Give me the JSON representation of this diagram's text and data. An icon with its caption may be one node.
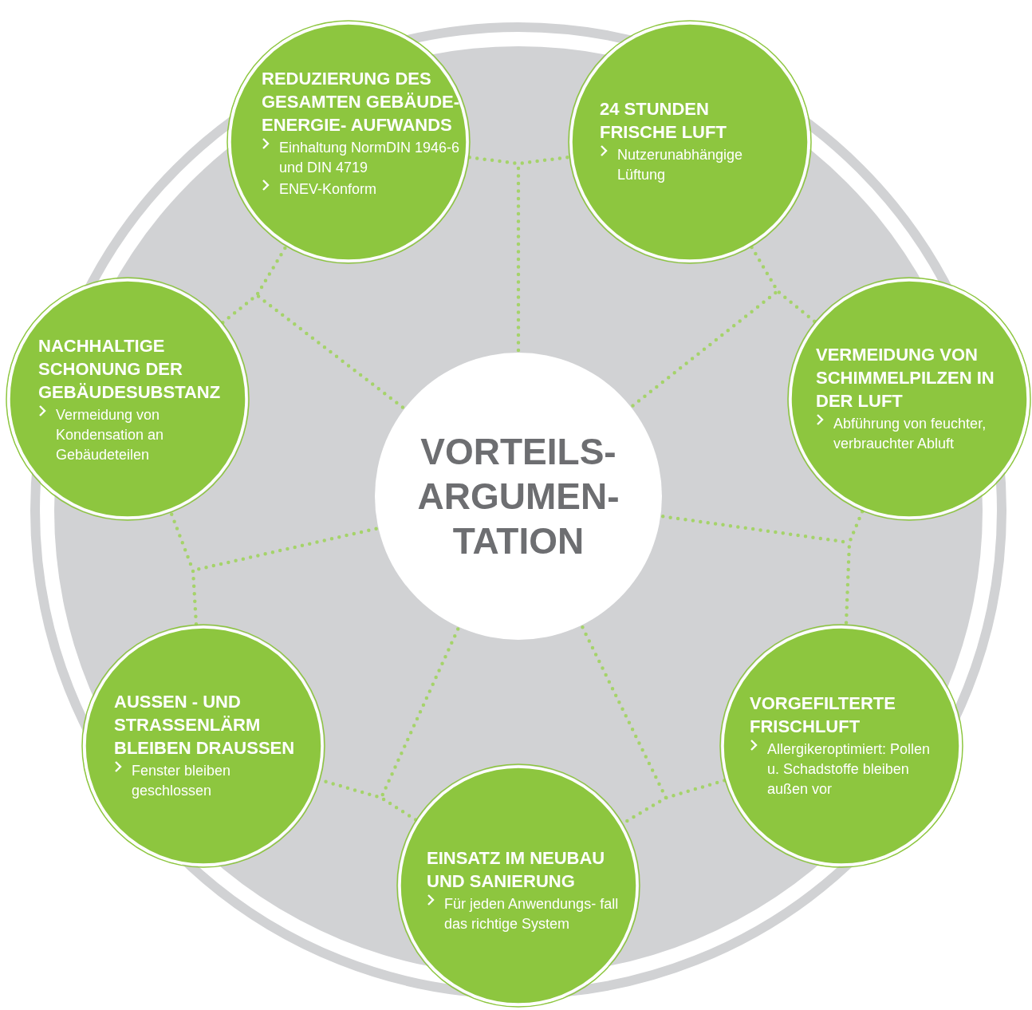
{
  "diagram": {
    "nodes": [
      {
        "text": [
          "VORTEILS- ARGUMEN- TATION"
        ]
      },
      {
        "text": [
          "REDUZIERUNG DES GESAMTEN GEBÄUDE-ENERGIE- AUFWANDS",
          "Einhaltung NormDIN 1946-6 und DIN 4719",
          "ENEV-Konform"
        ]
      },
      {
        "text": [
          "24 STUNDEN FRISCHE LUFT",
          "Nutzerunabhängige Lüftung"
        ]
      },
      {
        "text": [
          "VERMEIDUNG VON SCHIMMELPILZEN IN DER LUFT",
          "Abführung von feuchter, verbrauchter Abluft"
        ]
      },
      {
        "text": [
          "VORGEFILTERTE FRISCHLUFT",
          "Allergikeroptimiert: Pollen u. Schadstoffe bleiben außen vor"
        ]
      },
      {
        "text": [
          "EINSATZ IM NEUBAU UND SANIERUNG",
          "Für jeden Anwendungs- fall das richtige System"
        ]
      },
      {
        "text": [
          "AUSSEN - UND STRASSENLÄRM BLEIBEN DRAUSSEN",
          "Fenster bleiben geschlossen"
        ]
      },
      {
        "text": [
          "NACHHALTIGE SCHONUNG DER GEBÄUDESUBSTANZ",
          "Vermeidung von Kondensation an Gebäudeteilen"
        ]
      }
    ],
    "edges": [
      {
        "from": 1,
        "to": 2,
        "arrow": "none",
        "style": "dashed"
      },
      {
        "from": 2,
        "to": 3,
        "arrow": "none",
        "style": "dashed"
      },
      {
        "from": 3,
        "to": 4,
        "arrow": "none",
        "style": "dashed"
      },
      {
        "from": 4,
        "to": 5,
        "arrow": "none",
        "style": "dashed"
      },
      {
        "from": 5,
        "to": 6,
        "arrow": "none",
        "style": "dashed"
      },
      {
        "from": 6,
        "to": 7,
        "arrow": "none",
        "style": "dashed"
      },
      {
        "from": 7,
        "to": 1,
        "arrow": "none",
        "style": "dashed"
      },
      {
        "from": 0,
        "to": null,
        "arrow": "none",
        "style": "dashed"
      },
      {
        "from": 0,
        "to": null,
        "arrow": "none",
        "style": "dashed"
      },
      {
        "from": 0,
        "to": null,
        "arrow": "none",
        "style": "dashed"
      },
      {
        "from": 0,
        "to": null,
        "arrow": "none",
        "style": "dashed"
      },
      {
        "from": 0,
        "to": null,
        "arrow": "none",
        "style": "dashed"
      },
      {
        "from": 0,
        "to": null,
        "arrow": "none",
        "style": "dashed"
      },
      {
        "from": 0,
        "to": null,
        "arrow": "none",
        "style": "dashed"
      }
    ]
  }
}
